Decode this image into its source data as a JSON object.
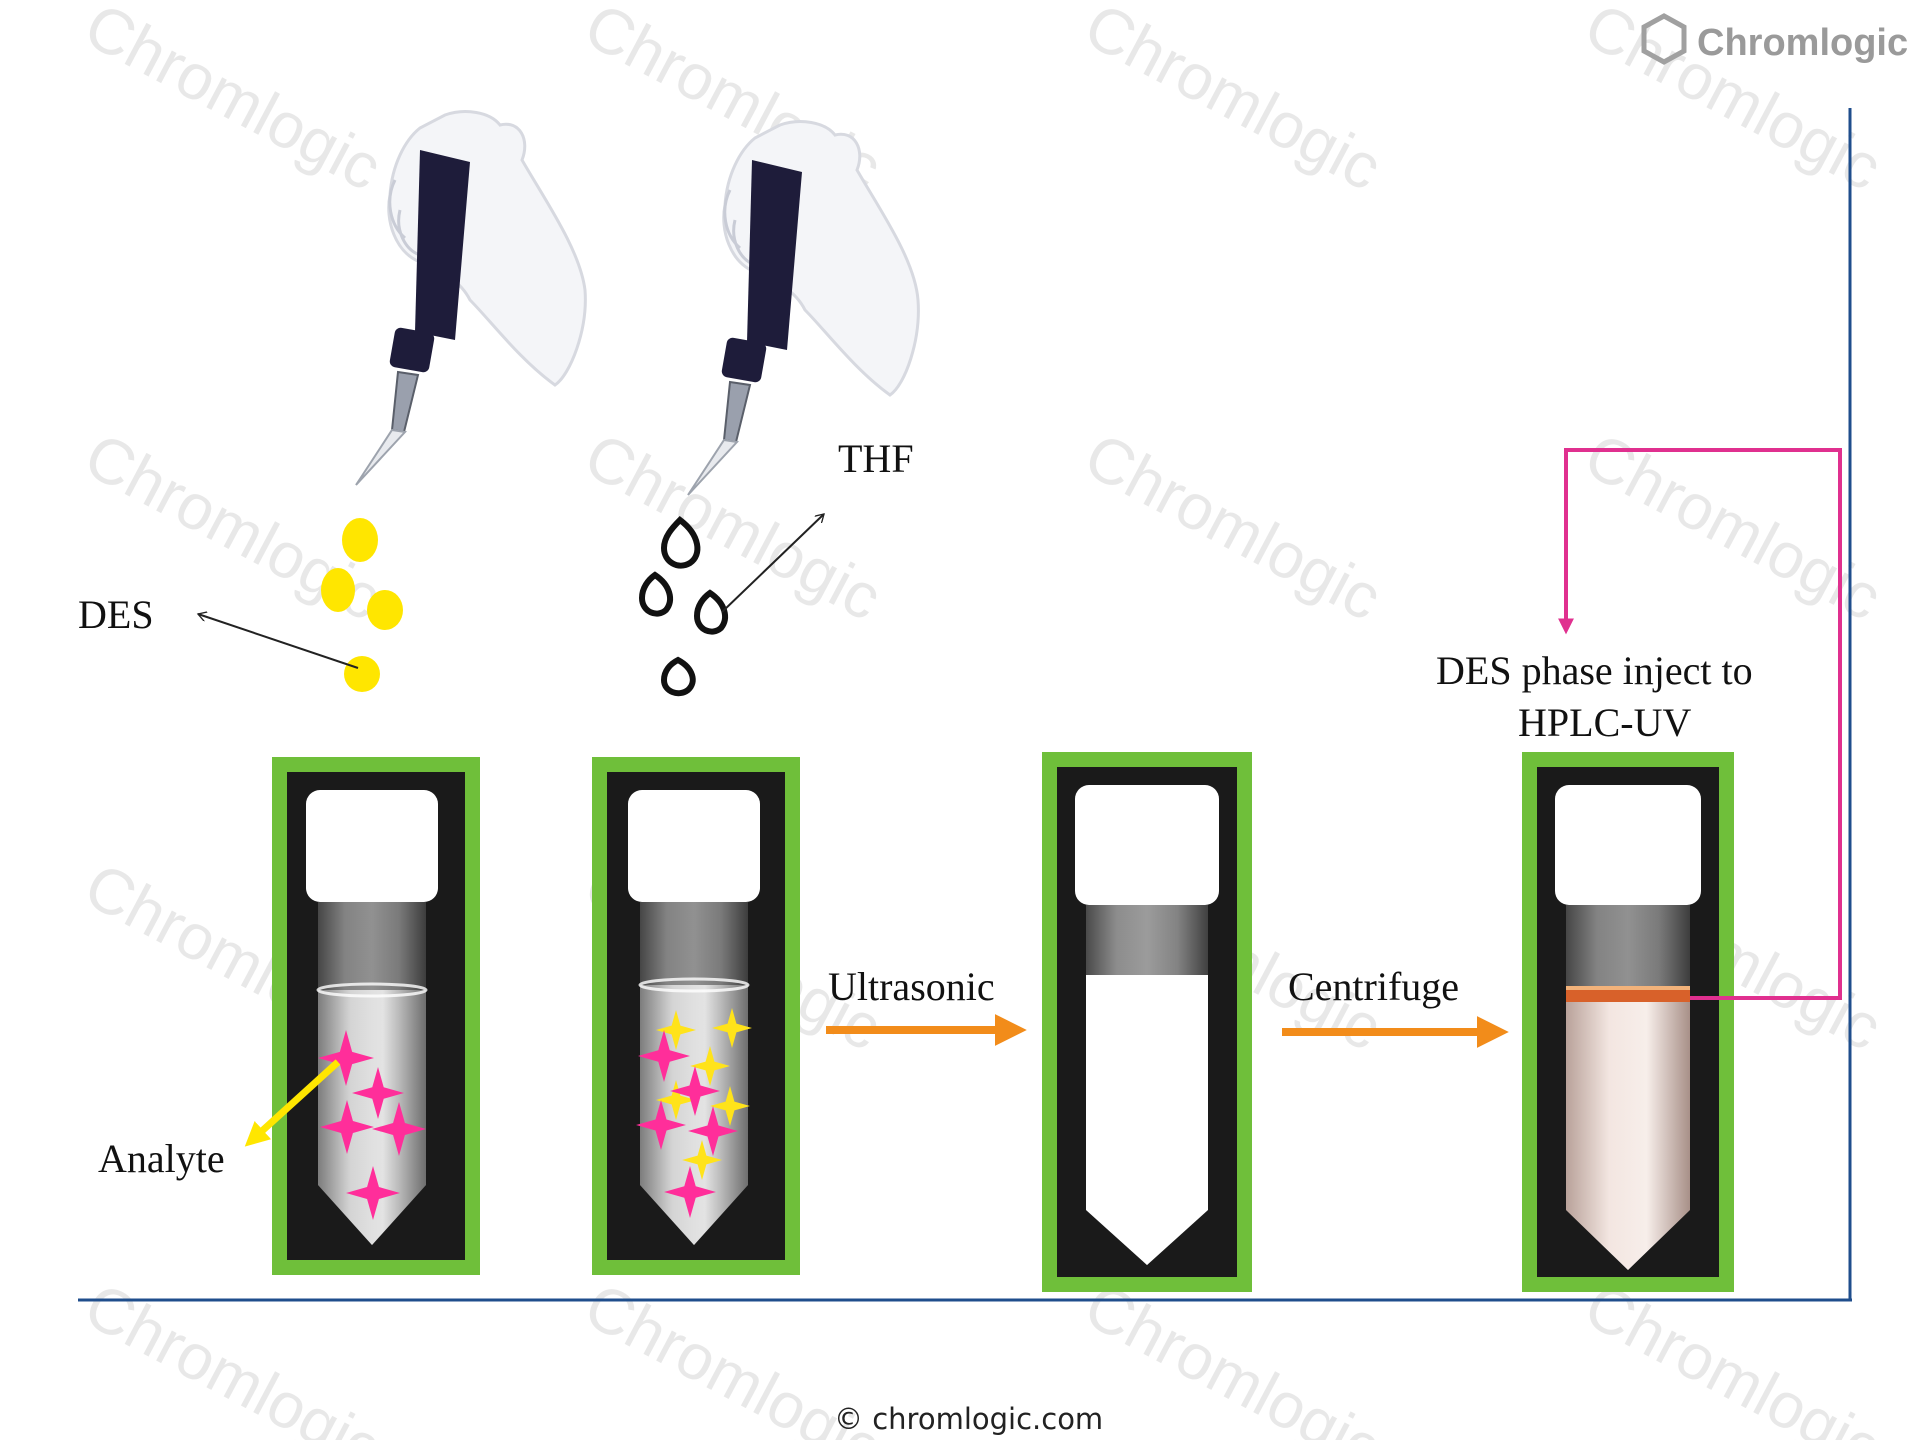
{
  "brand": {
    "name": "Chromlogic"
  },
  "watermark": {
    "text": "Chromlogic"
  },
  "labels": {
    "des": "DES",
    "thf": "THF",
    "analyte": "Analyte",
    "ultrasonic": "Ultrasonic",
    "centrifuge": "Centrifuge",
    "inject_line1": "DES phase inject to",
    "inject_line2": "HPLC-UV"
  },
  "footer": {
    "copyright": "© chromlogic.com"
  },
  "colors": {
    "frame_green": "#6fbf3a",
    "arrow_orange": "#f28c1a",
    "inject_magenta": "#e0308f",
    "des_yellow": "#ffe600",
    "analyte_star": "#ff2e9a",
    "sparkle_yellow": "#ffe31a",
    "border_blue": "#1f4e8c"
  }
}
